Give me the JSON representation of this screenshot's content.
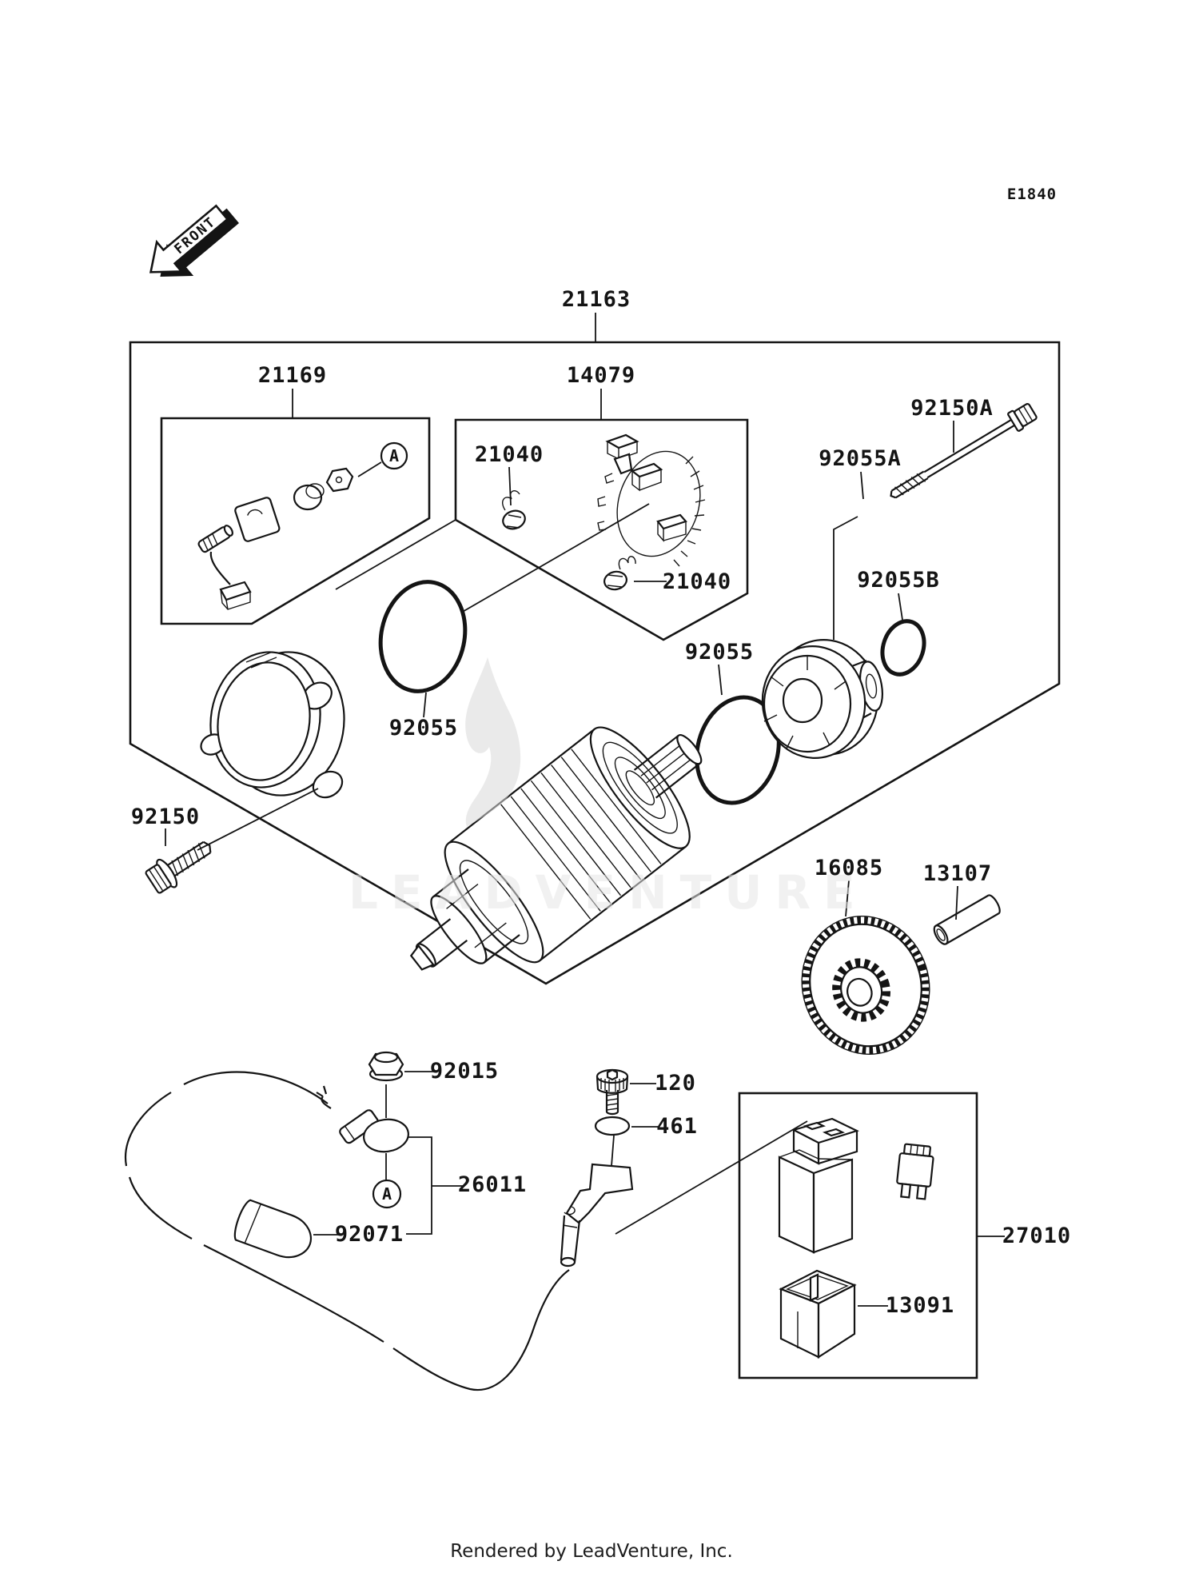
{
  "page": {
    "diagram_code": "E1840",
    "front_marker": "FRONT",
    "watermark": "LEADVENTURE",
    "footer_credit": "Rendered by LeadVenture, Inc."
  },
  "callouts": {
    "assembly": "21163",
    "magnetic_switch_kit": "21169",
    "brush_holder_plate": "14079",
    "brush_a": "21040",
    "brush_b": "21040",
    "long_bolt": "92150A",
    "oring_small": "92055A",
    "oring_clutch": "92055B",
    "oring_front": "92055",
    "oring_rear": "92055",
    "cover_bolt": "92150",
    "starter_gear": "16085",
    "sleeve": "13107",
    "terminal_nut": "92015",
    "bracket_bolt": "120",
    "washer": "461",
    "battery_cable": "26011",
    "terminal_cap": "92071",
    "relay_assembly": "27010",
    "relay_connector": "13091",
    "ref_a_top": "A",
    "ref_a_bottom": "A"
  }
}
